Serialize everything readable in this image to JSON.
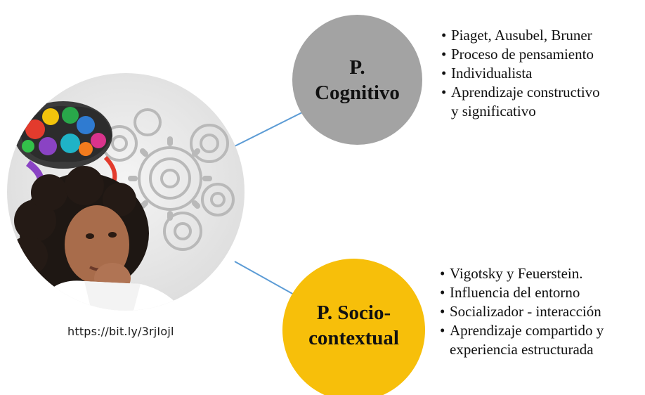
{
  "image": {
    "icon": "thinking-woman-with-gears-illustration",
    "caption": "https://bit.ly/3rjIojl"
  },
  "nodes": {
    "cognitivo": {
      "line1": "P.",
      "line2": "Cognitivo",
      "color": "#a3a3a3",
      "items": [
        {
          "text": "Piaget, Ausubel, Bruner",
          "cont": ""
        },
        {
          "text": "Proceso de pensamiento",
          "cont": ""
        },
        {
          "text": "Individualista",
          "cont": ""
        },
        {
          "text": "Aprendizaje constructivo",
          "cont": "y significativo"
        }
      ]
    },
    "socio": {
      "line1": "P. Socio-",
      "line2": "contextual",
      "color": "#f7bf0a",
      "items": [
        {
          "text": "Vigotsky y Feuerstein.",
          "cont": ""
        },
        {
          "text": "Influencia del entorno",
          "cont": ""
        },
        {
          "text": "Socializador - interacción",
          "cont": ""
        },
        {
          "text": "Aprendizaje compartido y",
          "cont": "experiencia estructurada"
        }
      ]
    }
  },
  "connector_color": "#5b9bd5",
  "bullet_char": "•"
}
